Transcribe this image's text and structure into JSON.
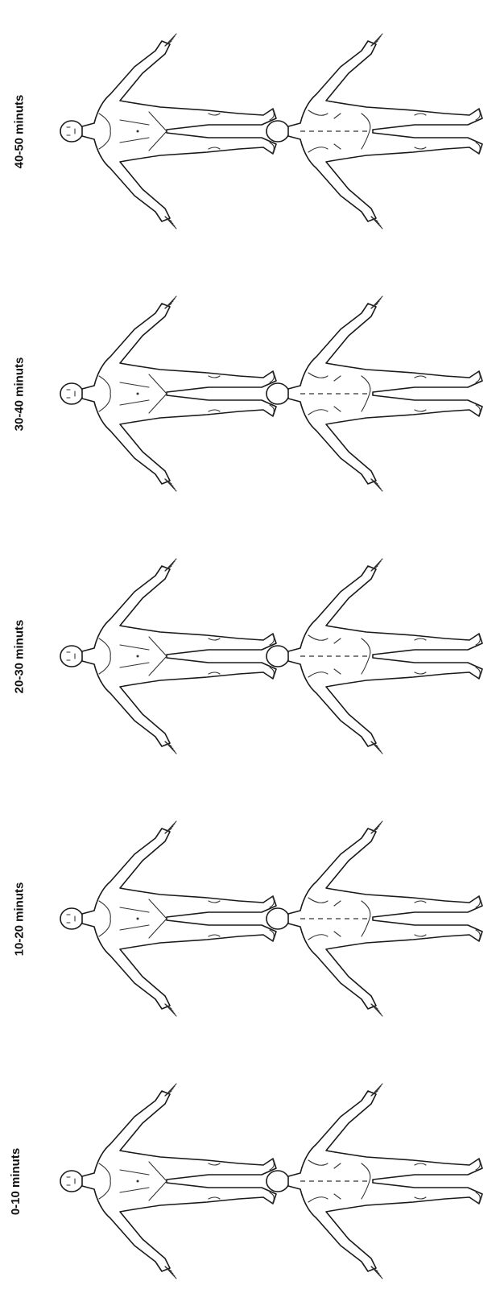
{
  "panels": [
    {
      "label": "40-50 minuts"
    },
    {
      "label": "30-40 minuts"
    },
    {
      "label": "20-30 minuts"
    },
    {
      "label": "10-20 minuts"
    },
    {
      "label": "0-10 minuts"
    }
  ],
  "colors": {
    "line": "#1a1a1a",
    "background": "#ffffff"
  }
}
